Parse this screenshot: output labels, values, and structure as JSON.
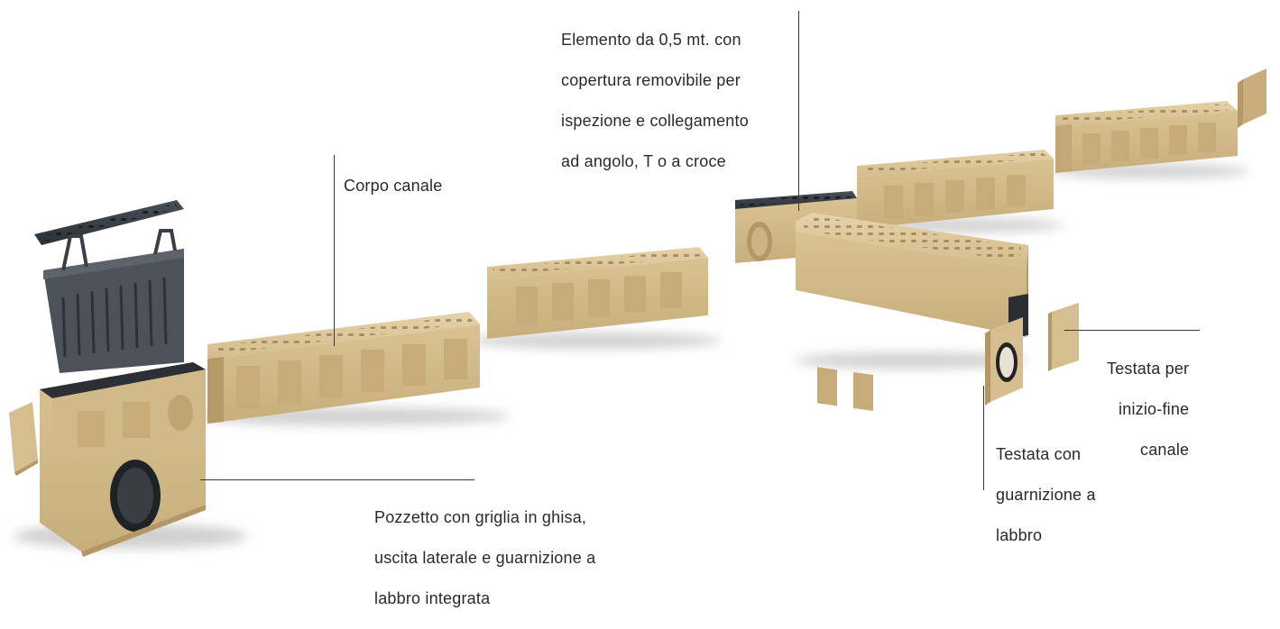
{
  "labels": {
    "element_05": [
      "Elemento da 0,5 mt. con",
      "copertura removibile per",
      "ispezione e collegamento",
      "ad angolo, T o a croce"
    ],
    "corpo_canale": [
      "Corpo canale"
    ],
    "testata_inizio_fine": [
      "Testata per",
      "inizio-fine",
      "canale"
    ],
    "testata_guarnizione": [
      "Testata con",
      "guarnizione a",
      "labbro"
    ],
    "pozzetto": [
      "Pozzetto con griglia in ghisa,",
      "uscita laterale e guarnizione a",
      "labbro integrata"
    ]
  },
  "colors": {
    "channel_body": "#dcc59a",
    "channel_shadow": "#b99e6e",
    "grate_cast_iron": "#3c4148",
    "basket_grey": "#4c5259",
    "leader_line": "#3a3a3a"
  },
  "components": [
    {
      "name": "pozzetto-sump-unit",
      "icon": "sump-box-icon"
    },
    {
      "name": "channel-segment",
      "icon": "drainage-channel-icon"
    },
    {
      "name": "inspection-element",
      "icon": "grate-cover-icon"
    },
    {
      "name": "end-cap-plain",
      "icon": "end-cap-icon"
    },
    {
      "name": "end-cap-with-gasket",
      "icon": "gasket-end-cap-icon"
    }
  ]
}
